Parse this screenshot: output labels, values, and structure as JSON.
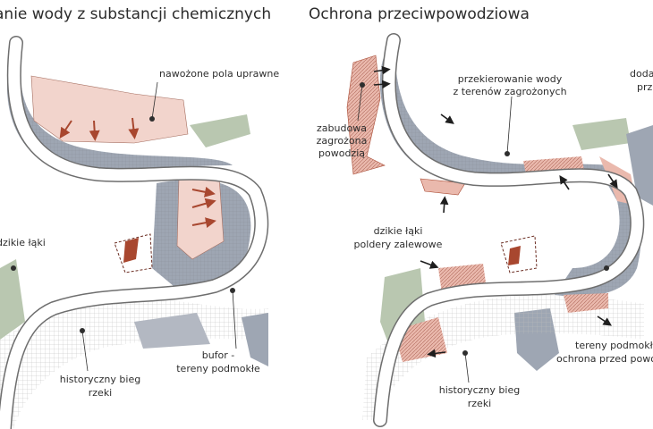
{
  "panels": {
    "left": {
      "title": "anie wody z substancji chemicznych",
      "labels": {
        "fields": "nawożone pola uprawne",
        "meadows": "dzikie łąki",
        "buffer_1": "bufor -",
        "buffer_2": "tereny podmokłe",
        "riverbed_1": "historyczny bieg",
        "riverbed_2": "rzeki"
      }
    },
    "right": {
      "title": "Ochrona przeciwpowodziowa",
      "labels": {
        "redirect_1": "przekierowanie wody",
        "redirect_2": "z terenów zagrożonych",
        "built_1": "zabudowa",
        "built_2": "zagrożona",
        "built_3": "powodzią",
        "meadows_1": "dzikie łąki",
        "meadows_2": "poldery zalewowe",
        "extra_1": "doda",
        "extra_2": "prz",
        "wet_1": "tereny podmokłe",
        "wet_2": "ochrona przed powo",
        "riverbed_1": "historyczny bieg",
        "riverbed_2": "rzeki"
      }
    }
  },
  "colors": {
    "river": "#ffffff",
    "river_edge": "#6e6e6e",
    "wetland": "#9ea6b3",
    "fields": "#f2d4cc",
    "built": "#c98a7b",
    "meadow": "#b9c7b0",
    "arrow_red": "#a8472f",
    "arrow_black": "#1e1e1e"
  }
}
